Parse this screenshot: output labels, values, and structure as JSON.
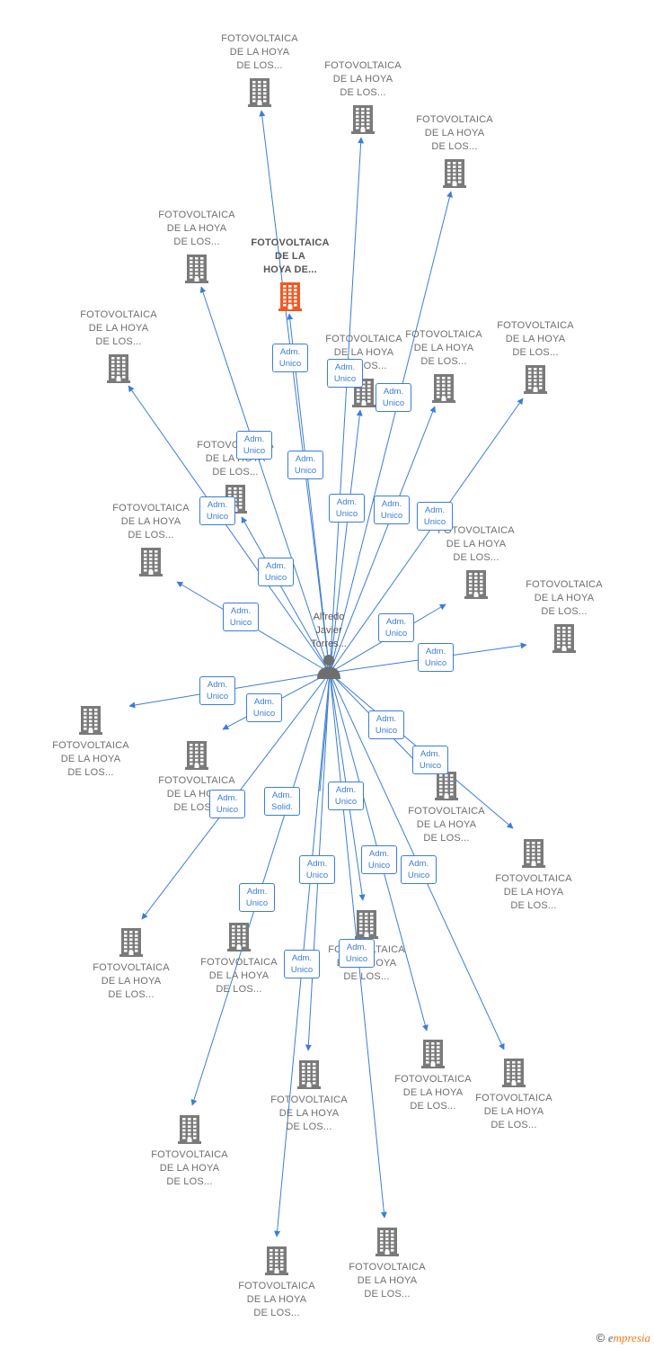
{
  "center": {
    "lines": [
      "Alfredo",
      "Javier",
      "Torres..."
    ],
    "icon": "person-icon"
  },
  "company_lines": [
    "FOTOVOLTAICA",
    "DE LA HOYA",
    "DE LOS..."
  ],
  "primary_lines": [
    "FOTOVOLTAICA",
    "DE LA",
    "HOYA DE..."
  ],
  "badge_unico": [
    "Adm.",
    "Unico"
  ],
  "badge_solid": [
    "Adm.",
    "Solid."
  ],
  "colors": {
    "edge": "#3b7dd8",
    "building": "#7a7a7a",
    "primary_building": "#f05a22",
    "person": "#6e6e6e"
  },
  "icons": {
    "company": "building-icon",
    "primary": "building-icon"
  },
  "copyright": {
    "symbol": "©",
    "brand_first": "e",
    "brand_rest": "mpresia"
  }
}
